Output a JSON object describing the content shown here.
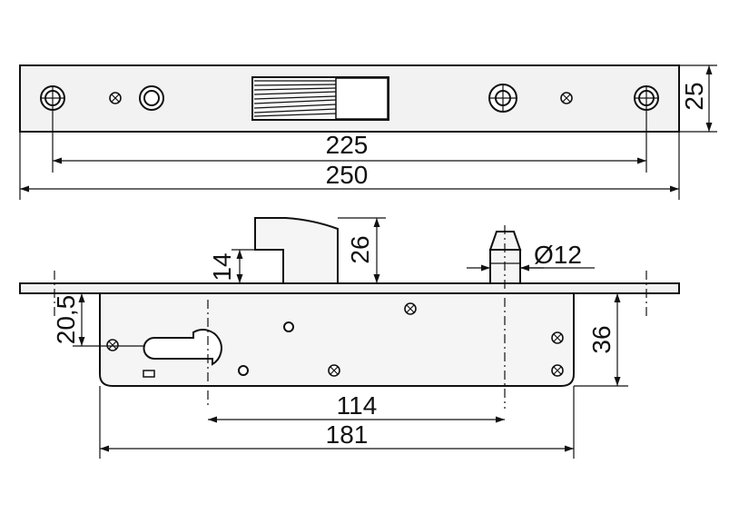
{
  "drawing": {
    "top_view": {
      "dimensions": {
        "height": "25",
        "hole_spacing": "225",
        "overall_length": "250"
      }
    },
    "side_view": {
      "dimensions": {
        "latch_offset": "14",
        "latch_height": "26",
        "bolt_diameter": "Ø12",
        "cylinder_height": "20,5",
        "body_height": "36",
        "backset_spacing": "114",
        "body_length": "181"
      }
    }
  }
}
